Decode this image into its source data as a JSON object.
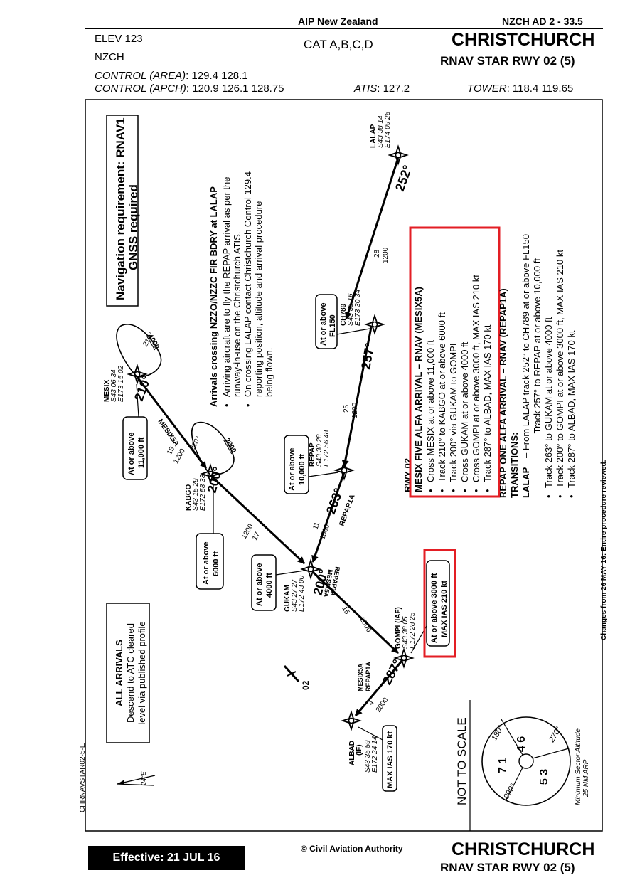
{
  "header": {
    "publication": "AIP New Zealand",
    "page_id": "NZCH AD 2 - 33.5",
    "elev": "ELEV 123",
    "icao": "NZCH",
    "cat": "CAT A,B,C,D",
    "airport": "CHRISTCHURCH",
    "procedure": "RNAV STAR RWY 02 (5)",
    "freq_line1_label": "CONTROL (AREA)",
    "freq_line1_values": ": 129.4   128.1",
    "freq_line2_label": "CONTROL (APCH)",
    "freq_line2_values": ": 120.9   126.1   128.75",
    "atis_label": "ATIS",
    "atis_value": ": 127.2",
    "tower_label": "TOWER",
    "tower_value": ": 118.4   119.65"
  },
  "chart": {
    "nav_requirement": [
      "Navigation requirement: RNAV1",
      "GNSS required"
    ],
    "arrivals_title": "Arrivals crossing NZZO/NZZC FIR BDRY at LALAP",
    "arrivals_bullets": [
      "Arriving aircraft are to fly the REPAP arrival as per the",
      "runway-in-use on the Christchurch ATIS.",
      "On crossing LALAP contact Christchurch Control 129.4",
      "reporting position, altitude and arrival procedure",
      "being flown."
    ],
    "rwy_title": "RWY 02",
    "mesix_title": "MESIX FIVE ALFA ARRIVAL  –  RNAV   (MESIX5A)",
    "mesix_items": [
      "Cross MESIX at or above 11,000 ft",
      "Track 210° to KABGO at or above 6000 ft",
      "Track 200° via GUKAM to GOMPI",
      "Cross GUKAM at or above 4000 ft",
      "Cross GOMPI at or above 3000 ft, MAX IAS 210 kt",
      "Track 287° to ALBAD, MAX IAS 170 kt"
    ],
    "repap_title": "REPAP ONE ALFA ARRIVAL  –  RNAV   (REPAP1A)",
    "transitions": "TRANSITIONS:",
    "lalap_label": "LALAP",
    "lalap_line1": "– From LALAP track 252° to CH789 at or above FL150",
    "lalap_line2": "– Track 257° to REPAP at or above 10,000 ft",
    "repap_items": [
      "Track 263° to GUKAM at or above 4000 ft",
      "Track 200° to GOMPI at or above 3000 ft, MAX IAS 210 kt",
      "Track 287° to ALBAD, MAX IAS 170 kt"
    ],
    "changes_note": "Changes from 26 MAY 16: Entire procedure reviewed.",
    "all_arrivals": [
      "ALL ARRIVALS",
      "Descend to ATC cleared",
      "level via published profile"
    ],
    "not_to_scale": "NOT TO SCALE",
    "msa_caption": [
      "Minimum Sector Altitude",
      "25 NM ARP"
    ],
    "msa_numbers": [
      "4 6",
      "7 1",
      "5 3"
    ],
    "msa_bearings": [
      "180°",
      "270°",
      "090°"
    ],
    "chart_code": "CHRNAVSTAR02-5-E",
    "declination": "24°E",
    "rwy_label": "02",
    "waypoints": {
      "lalap": {
        "name": "LALAP",
        "lat": "S43 38 14",
        "lon": "E174 09 26"
      },
      "ch789": {
        "name": "CH789",
        "lat": "S43 35 16",
        "lon": "E173 30 34",
        "constraint": [
          "At or above",
          "FL150"
        ]
      },
      "mesix": {
        "name": "MESIX",
        "lat": "S43 06 34",
        "lon": "E173 15 02",
        "constraint": [
          "At or above",
          "11,000 ft"
        ]
      },
      "repap": {
        "name": "REPAP",
        "lat": "S43 30 28",
        "lon": "E172 56 48",
        "constraint": [
          "At or above",
          "10,000 ft"
        ]
      },
      "kabgo": {
        "name": "KABGO",
        "lat": "S43 15 29",
        "lon": "E172 58 33",
        "constraint": [
          "At or above",
          "6000 ft"
        ]
      },
      "gukam": {
        "name": "GUKAM",
        "lat": "S43 27 27",
        "lon": "E172 43 00",
        "constraint": [
          "At or above",
          "4000 ft"
        ]
      },
      "gompi": {
        "name": "GOMPI (IAF)",
        "lat": "S43 38 05",
        "lon": "E172 28 25",
        "constraint": [
          "At or above 3000 ft",
          "MAX IAS 210 kt"
        ]
      },
      "albad": {
        "name": "ALBAD",
        "sub": "(IF)",
        "lat": "S43 35 59",
        "lon": "E172 24 14",
        "constraint": [
          "MAX IAS 170 kt"
        ]
      }
    },
    "legs": {
      "lalap_ch789": {
        "track": "252°",
        "dist": "28",
        "alt": "1200"
      },
      "ch789_repap": {
        "track": "257°",
        "dist": "25",
        "alt": "1200"
      },
      "repap_gukam": {
        "track": "263°",
        "dist": "11",
        "alt": "1500",
        "name": "REPAP1A"
      },
      "mesix_kabgo": {
        "track": "210°",
        "dist": "15",
        "alt": "1200",
        "name": "MESIX5A"
      },
      "kabgo_gukam": {
        "track": "200°",
        "dist": "17",
        "alt": "1200"
      },
      "gukam_gompi": {
        "track": "200°",
        "dist": "15",
        "alt": "2500",
        "name1": "MESIX5A",
        "name2": "REPAP1A"
      },
      "gompi_albad": {
        "track": "287°",
        "dist": "4",
        "alt": "2000",
        "name1": "MESIX5A",
        "name2": "REPAP1A"
      }
    },
    "holds": {
      "mesix": {
        "inbound": "210°",
        "alt": "4000"
      },
      "kabgo": {
        "inbound": "210°",
        "alt": "2800"
      }
    }
  },
  "footer": {
    "effective": "Effective: 21 JUL 16",
    "copyright": "©  Civil Aviation Authority",
    "airport": "CHRISTCHURCH",
    "procedure": "RNAV STAR RWY 02 (5)"
  },
  "colors": {
    "highlight": "#e31e24",
    "ink": "#000000",
    "badge": "#000000"
  }
}
